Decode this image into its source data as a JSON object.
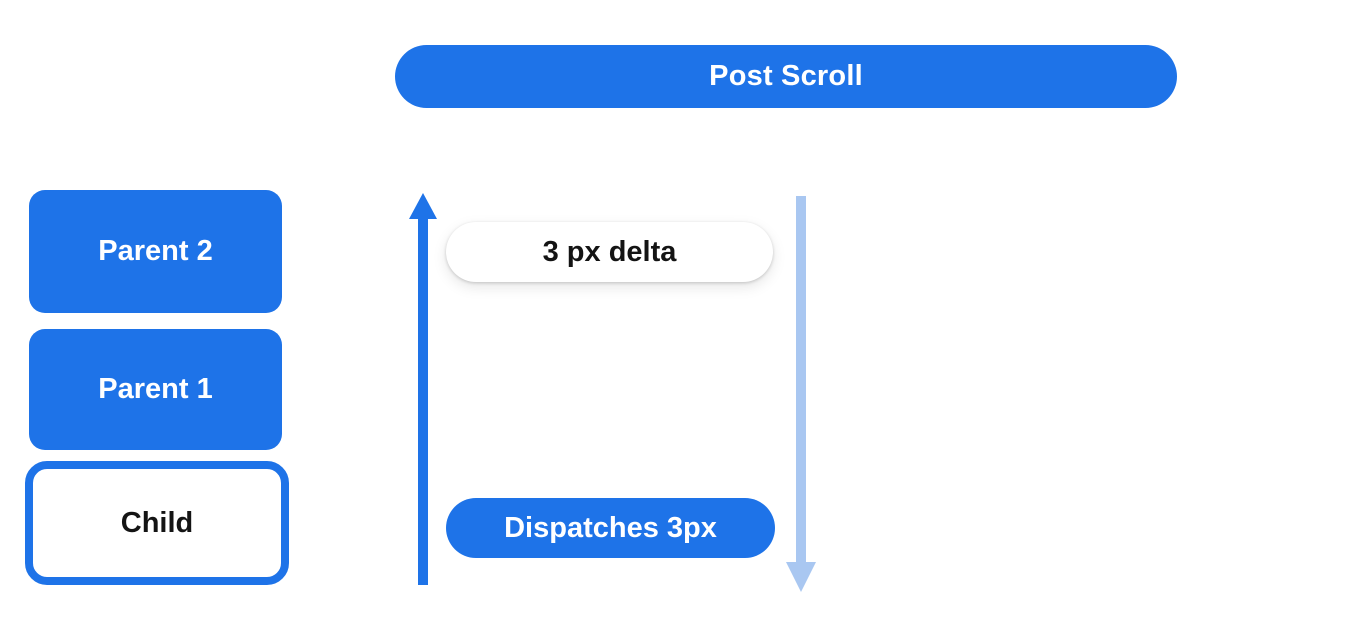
{
  "banner": {
    "label": "Post Scroll"
  },
  "tree": {
    "boxes": [
      {
        "label": "Parent 2",
        "variant": "filled"
      },
      {
        "label": "Parent 1",
        "variant": "filled"
      },
      {
        "label": "Child",
        "variant": "outlined"
      }
    ]
  },
  "flow": {
    "delta_label": "3 px delta",
    "dispatch_label": "Dispatches 3px",
    "up_arrow_icon": "up-arrow",
    "down_arrow_icon": "down-arrow"
  },
  "colors": {
    "primary_blue": "#1e73e8",
    "light_blue": "#a9c7f1",
    "text_black": "#141414",
    "white": "#ffffff"
  }
}
